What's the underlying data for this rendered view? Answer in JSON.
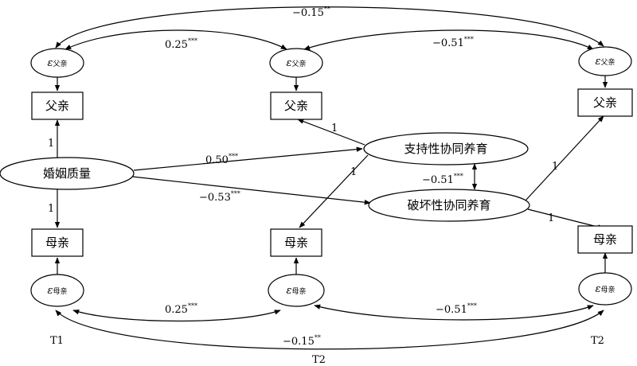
{
  "periods": {
    "t1": "T1",
    "t2_mid": "T2",
    "t2_right": "T2"
  },
  "error_terms": {
    "greek": "ε",
    "father_sub": "父亲",
    "mother_sub": "母亲"
  },
  "nodes": {
    "father": "父亲",
    "mother": "母亲",
    "marital_quality": "婚姻质量",
    "supportive_coparenting": "支持性协同养育",
    "undermining_coparenting": "破坏性协同养育"
  },
  "coefficients": {
    "top_outer": {
      "value": "−0.15",
      "stars": "**"
    },
    "top_left": {
      "value": "0.25",
      "stars": "***"
    },
    "top_right": {
      "value": "−0.51",
      "stars": "***"
    },
    "bottom_left": {
      "value": "0.25",
      "stars": "***"
    },
    "bottom_right": {
      "value": "−0.51",
      "stars": "***"
    },
    "bottom_outer": {
      "value": "−0.15",
      "stars": "**"
    },
    "mq_to_support": {
      "value": "0.50",
      "stars": "***"
    },
    "mq_to_undermine": {
      "value": "−0.53",
      "stars": "***"
    },
    "support_undermine": {
      "value": "−0.51",
      "stars": "***"
    },
    "fixed_one": "1"
  }
}
